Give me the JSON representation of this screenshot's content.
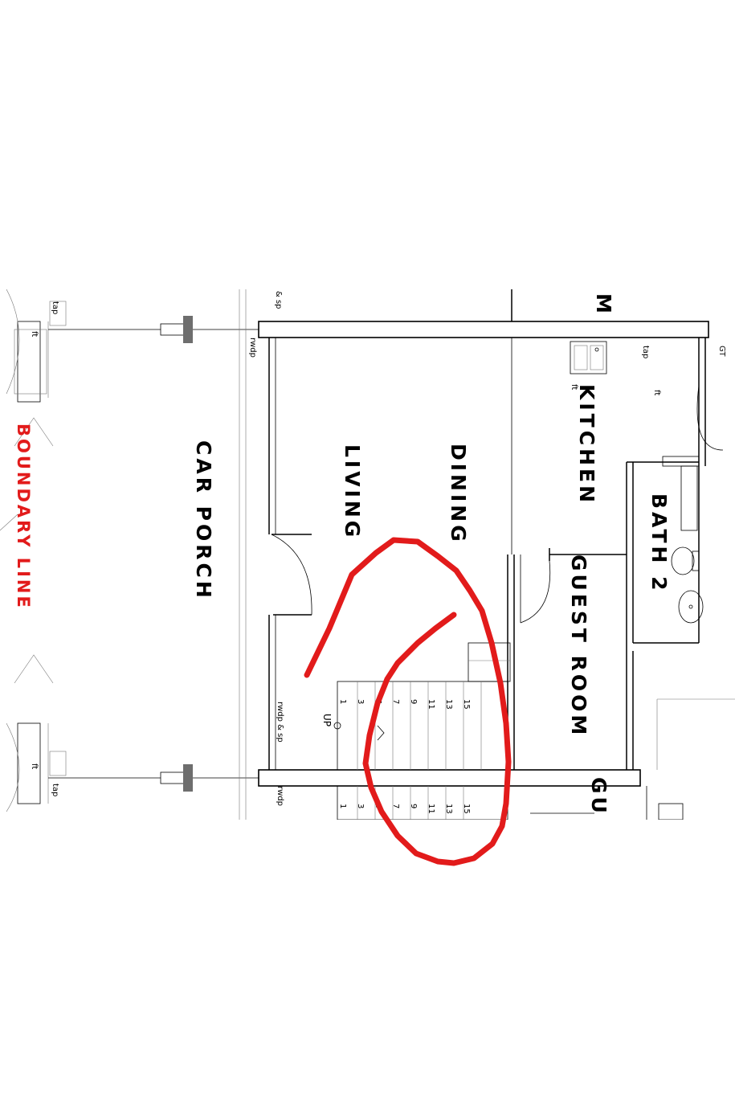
{
  "rooms": {
    "boundary": "BOUNDARY LINE",
    "car_porch": "CAR PORCH",
    "living": "LIVING",
    "dining": "DINING",
    "kitchen": "KITCHEN",
    "guest_room": "GUEST ROOM",
    "bath2": "BATH 2",
    "partial_top": "M",
    "partial_bottom": "GU"
  },
  "labels": {
    "tap": "tap",
    "ft": "ft",
    "gt": "GT",
    "rwdp": "rwdp",
    "rwdp_sp": "rwdp & sp",
    "sp_partial": "& sp",
    "up": "UP"
  },
  "stair_steps": [
    "1",
    "3",
    "5",
    "7",
    "9",
    "11",
    "13",
    "15"
  ],
  "colors": {
    "annotation": "#e21b1b",
    "boundary_text": "#e21b1b",
    "lines": "#000000"
  }
}
